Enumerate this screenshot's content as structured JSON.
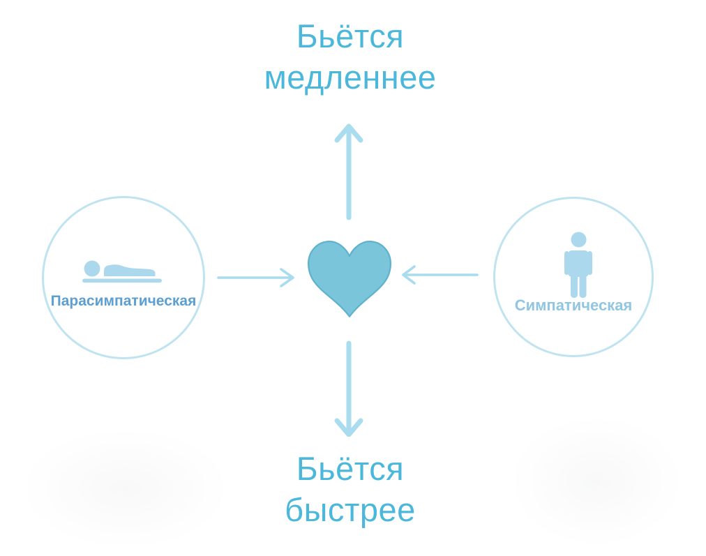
{
  "diagram": {
    "title_top": {
      "line1": "Бьётся",
      "line2": "медленнее"
    },
    "title_bottom": {
      "line1": "Бьётся",
      "line2": "быстрее"
    },
    "left_node": {
      "label": "Парасимпатическая",
      "icon": "lying-person-icon"
    },
    "right_node": {
      "label": "Симпатическая",
      "icon": "standing-person-icon"
    },
    "center_icon": "heart-icon",
    "arrows": {
      "up": "up-arrow-icon",
      "down": "down-arrow-icon",
      "left_to_center": "right-pointing-arrow-icon",
      "right_to_center": "left-pointing-arrow-icon"
    },
    "colors": {
      "caption_text": "#4bb8db",
      "heart_fill": "#7bc5da",
      "heart_stroke": "#5fb2ce",
      "arrow": "#a9dcee",
      "circle_outline": "#c0e3f0",
      "pictogram": "#abd8ec",
      "left_label_text": "#5c9fd0",
      "right_label_text": "#90c6e1",
      "background": "#ffffff"
    }
  }
}
